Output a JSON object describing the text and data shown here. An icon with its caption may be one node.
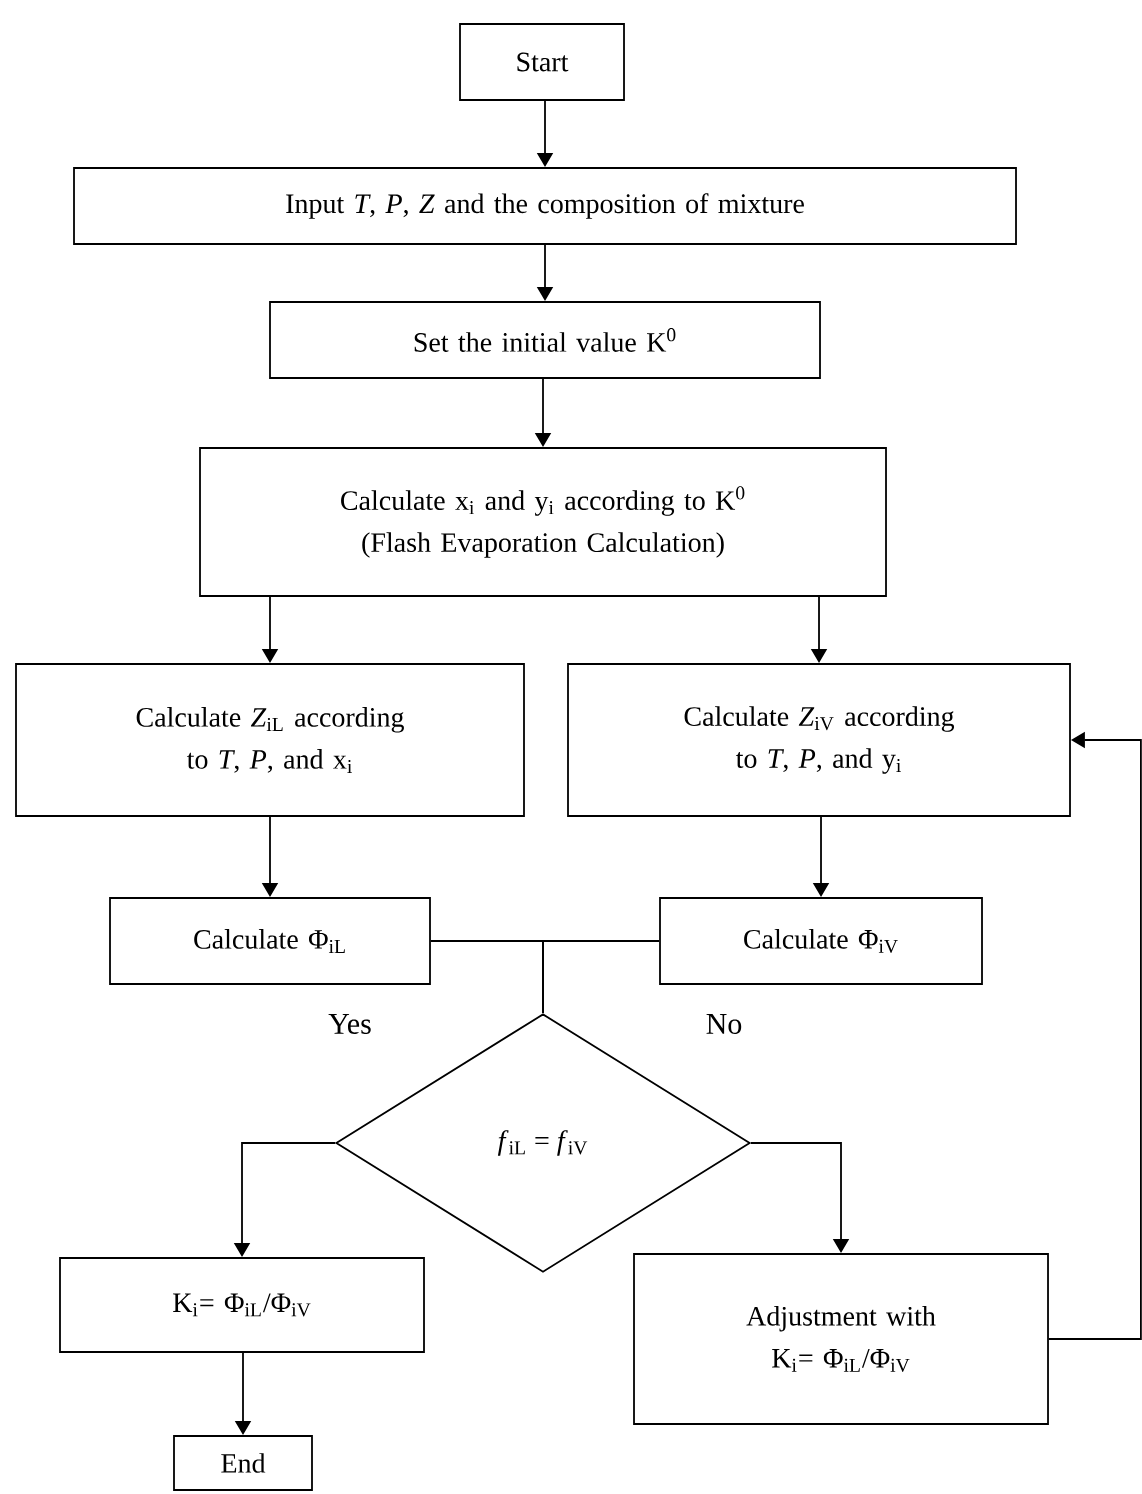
{
  "diagram": {
    "nodes": [
      {
        "text": [
          "Start"
        ]
      },
      {
        "text": [
          "Input *T*, *P*, *Z* and the composition of mixture"
        ]
      },
      {
        "text": [
          "Set the initial value K$^{0}$"
        ]
      },
      {
        "text": [
          "Calculate x$_{i}$ and y$_{i}$ according to K$^{0}$",
          "(Flash Evaporation Calculation)"
        ]
      },
      {
        "text": [
          "Calculate *Z*$_{iL}$ according to *T*, *P*, and x$_{i}$"
        ]
      },
      {
        "text": [
          "Calculate *Z*$_{iV}$ according to *T*, *P*, and y$_{i}$"
        ]
      },
      {
        "text": [
          "Calculate Φ$_{iL}$"
        ]
      },
      {
        "text": [
          "Calculate Φ$_{iV}$"
        ]
      },
      {
        "text": [
          "*f*$_{iL}$ = *f*$_{iV}$"
        ]
      },
      {
        "text": [
          "K$_{i}$= Φ$_{iL}$/Φ$_{iV}$"
        ]
      },
      {
        "text": [
          "Adjustment with K$_{i}$= Φ$_{iL}$/Φ$_{iV}$"
        ]
      },
      {
        "text": [
          "End"
        ]
      }
    ],
    "edges": [
      {
        "from": 0,
        "to": 1,
        "arrow": "to"
      },
      {
        "from": 1,
        "to": 2,
        "arrow": "to"
      },
      {
        "from": 2,
        "to": 3,
        "arrow": "to"
      },
      {
        "from": 3,
        "to": 4,
        "arrow": "to"
      },
      {
        "from": 3,
        "to": 5,
        "arrow": "to"
      },
      {
        "from": 4,
        "to": 6,
        "arrow": "to"
      },
      {
        "from": 5,
        "to": 7,
        "arrow": "to"
      },
      {
        "from": 6,
        "to": 8,
        "arrow": "none"
      },
      {
        "from": 7,
        "to": 8,
        "arrow": "none"
      },
      {
        "from": 8,
        "to": 9,
        "arrow": "to"
      },
      {
        "from": 8,
        "to": 10,
        "arrow": "to"
      },
      {
        "from": 9,
        "to": 11,
        "arrow": "to"
      },
      {
        "from": 10,
        "to": 5,
        "arrow": "to"
      }
    ],
    "labels": [
      "Yes",
      "No"
    ]
  }
}
